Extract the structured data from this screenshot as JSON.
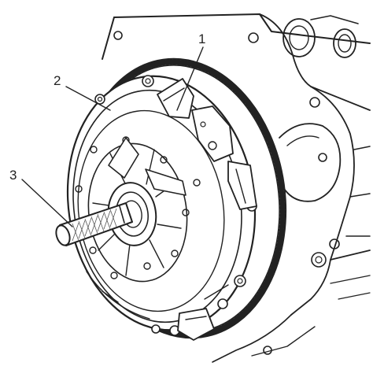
{
  "figure": {
    "callouts": [
      {
        "id": "1",
        "text": "1"
      },
      {
        "id": "2",
        "text": "2"
      },
      {
        "id": "3",
        "text": "3"
      }
    ],
    "ink_color": "#222222",
    "background_color": "#ffffff"
  }
}
